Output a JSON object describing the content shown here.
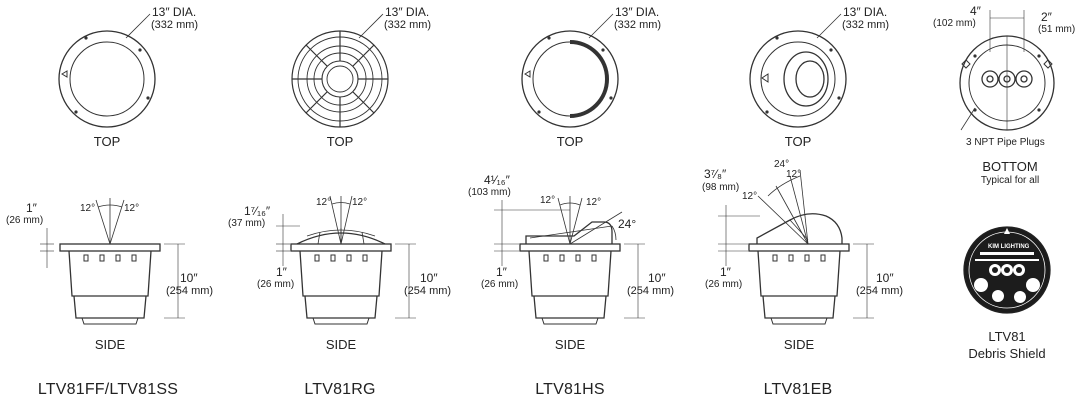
{
  "tops": [
    {
      "dia": "13″ DIA.",
      "mm": "(332 mm)",
      "view": "TOP"
    },
    {
      "dia": "13″ DIA.",
      "mm": "(332 mm)",
      "view": "TOP"
    },
    {
      "dia": "13″ DIA.",
      "mm": "(332 mm)",
      "view": "TOP"
    },
    {
      "dia": "13″ DIA.",
      "mm": "(332 mm)",
      "view": "TOP"
    }
  ],
  "bottom": {
    "dim_left": "4″",
    "dim_left_mm": "(102 mm)",
    "dim_right": "2″",
    "dim_right_mm": "(51 mm)",
    "plugs": "3 NPT Pipe Plugs",
    "title": "BOTTOM",
    "subtitle": "Typical for all"
  },
  "sides": [
    {
      "top_in": "1″",
      "top_mm": "(26 mm)",
      "angle_left": "12°",
      "angle_right": "12°",
      "height_in": "10″",
      "height_mm": "(254 mm)",
      "view": "SIDE"
    },
    {
      "top_in": "1⁷⁄₁₆″",
      "top_mm": "(37 mm)",
      "flange_in": "1″",
      "flange_mm": "(26 mm)",
      "angle_left": "12°",
      "angle_right": "12°",
      "height_in": "10″",
      "height_mm": "(254 mm)",
      "view": "SIDE"
    },
    {
      "top_in": "4¹⁄₁₆″",
      "top_mm": "(103 mm)",
      "flange_in": "1″",
      "flange_mm": "(26 mm)",
      "angle_left": "12°",
      "angle_right": "12°",
      "tilt": "24°",
      "height_in": "10″",
      "height_mm": "(254 mm)",
      "view": "SIDE"
    },
    {
      "top_in": "3⁷⁄₈″",
      "top_mm": "(98 mm)",
      "flange_in": "1″",
      "flange_mm": "(26 mm)",
      "angle_a": "24°",
      "angle_b": "12°",
      "angle_c": "12°",
      "height_in": "10″",
      "height_mm": "(254 mm)",
      "view": "SIDE"
    }
  ],
  "shield": {
    "line1": "LTV81",
    "line2": "Debris Shield",
    "badge": "KIM LIGHTING"
  },
  "models": [
    "LTV81FF/LTV81SS",
    "LTV81RG",
    "LTV81HS",
    "LTV81EB"
  ]
}
